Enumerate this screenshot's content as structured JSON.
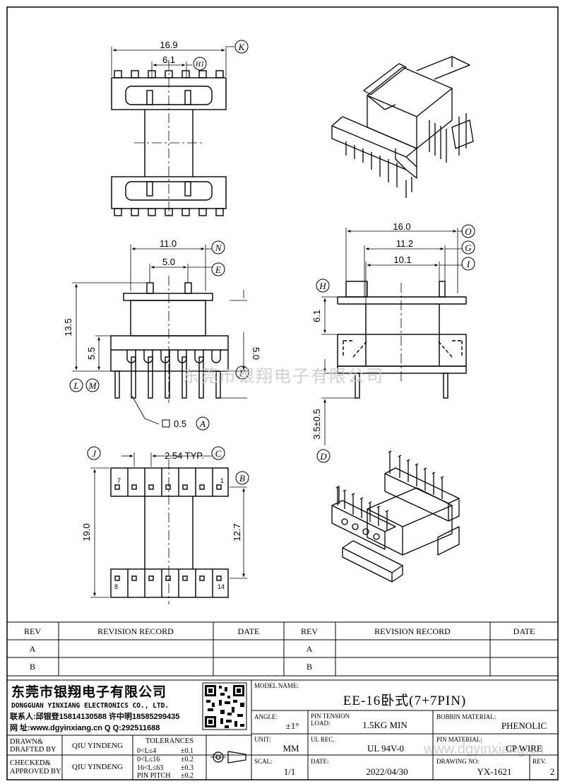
{
  "dimensions": {
    "width_top": "16.9",
    "pin_gap_top": "6.1",
    "width_front": "11.0",
    "inner_front": "5.0",
    "height_total": "13.5",
    "height_flange": "5.5",
    "pin_len": "5.0",
    "pin_square": "0.5",
    "width_side": "16.0",
    "width_side_mid": "11.2",
    "width_side_inner": "10.1",
    "side_height": "6.1",
    "pin_len_side": "3.5±0.5",
    "pitch": "2.54 TYP.",
    "length_bottom": "19.0",
    "row_gap": "12.7",
    "pin1": "1",
    "pin7": "7",
    "pin8": "8",
    "pin14": "14"
  },
  "balloons": {
    "K": "K",
    "H1": "H1",
    "N": "N",
    "E": "E",
    "F": "F",
    "L": "L",
    "M": "M",
    "A": "A",
    "O": "O",
    "G": "G",
    "I": "I",
    "H": "H",
    "D": "D",
    "J": "J",
    "C": "C",
    "B": "B"
  },
  "watermark": "东莞市银翔电子有限公司",
  "watermark_url": "www.dgyinxiang.cn",
  "revision_table": {
    "headers": [
      "REV",
      "REVISION RECORD",
      "DATE",
      "REV",
      "REVISION RECORD",
      "DATE"
    ],
    "rows": [
      [
        "A",
        "",
        "",
        "A",
        "",
        ""
      ],
      [
        "B",
        "",
        "",
        "B",
        "",
        ""
      ]
    ]
  },
  "company": {
    "name_cn": "东莞市银翔电子有限公司",
    "name_en": "DONGGUAN YINXIANG ELECTRONICS CO., LTD.",
    "contact": "联系人:邱银登15814130588 许中明18585299435",
    "web": "网  址:www.dgyinxiang.cn     Q  Q:292511688"
  },
  "title_block": {
    "drawn_label": "DRAWN&\nDRAFTED BY",
    "drawn_value": "QIU YINDENG",
    "checked_label": "CHECKED&\nAPPROVED BY",
    "checked_value": "QIU YINDENG",
    "tol_label": "TOLERANCES",
    "tol_rows": [
      [
        "0<L≤4",
        "±0.1"
      ],
      [
        "0<L≤16",
        "±0.2"
      ],
      [
        "16<L≤63",
        "±0.3"
      ],
      [
        "PIN PITCH",
        "±0.2"
      ]
    ],
    "model_label": "MODEL NAME:",
    "model_value": "EE-16卧式(7+7PIN)",
    "angle_label": "ANGLE:",
    "angle_value": "±1°",
    "tension_label1": "PIN TENSION",
    "tension_label2": "LOAD:",
    "tension_value": "1.5KG MIN",
    "bobbin_label": "BOBBIN MATERIAL:",
    "bobbin_value": "PHENOLIC",
    "unit_label": "UNIT:",
    "unit_value": "MM",
    "ul_label": "UL REC.",
    "ul_value": "UL 94V-0",
    "pinmat_label": "PIN MATERIAL:",
    "pinmat_value": "CP WIRE",
    "scale_label": "SCAL:",
    "scale_value": "1/1",
    "date_label": "DATE:",
    "date_value": "2022/04/30",
    "drawno_label": "DRAWING NO:",
    "drawno_value": "YX-1621",
    "rev_label": "REV.",
    "rev_value": "2"
  }
}
